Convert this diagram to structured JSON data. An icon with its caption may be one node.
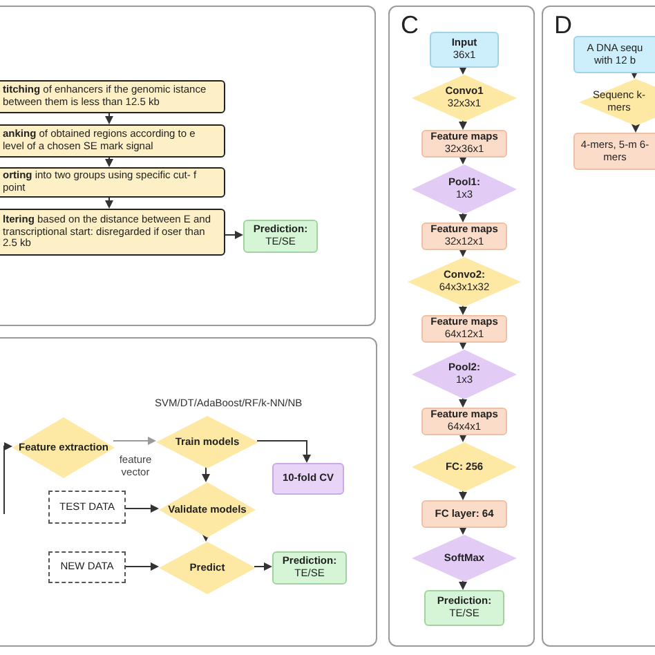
{
  "diagram": {
    "nodes": [
      {
        "text": [],
        "shape": "box"
      },
      {
        "text": [
          "**titching** of enhancers if the genomic istance between them is less than 12.5 kb"
        ],
        "in": 0
      },
      {
        "text": [
          "**anking** of obtained regions according to e level of a chosen SE mark signal"
        ],
        "in": 0
      },
      {
        "text": [
          "**orting** into two groups using specific cut- f point"
        ],
        "in": 0
      },
      {
        "text": [
          "**ltering** based on the distance between E and transcriptional start: disregarded if oser than 2.5 kb"
        ],
        "in": 0
      },
      {
        "text": [
          "Prediction:",
          "TE/SE"
        ],
        "in": 0
      },
      {
        "text": [],
        "shape": "box"
      },
      {
        "text": [
          "Feature extraction"
        ],
        "in": 6
      },
      {
        "text": [
          "Train models"
        ],
        "in": 6,
        "beside": [
          "SVM/DT/AdaBoost/RF/k-NN/NB"
        ]
      },
      {
        "text": [
          "10-fold CV"
        ],
        "in": 6
      },
      {
        "text": [
          "TEST DATA"
        ],
        "in": 6
      },
      {
        "text": [
          "Validate models"
        ],
        "in": 6
      },
      {
        "text": [
          "NEW DATA"
        ],
        "in": 6
      },
      {
        "text": [
          "Predict"
        ],
        "in": 6
      },
      {
        "text": [
          "Prediction:",
          "TE/SE"
        ],
        "in": 6
      },
      {
        "text": [
          "C"
        ]
      },
      {
        "text": [
          "Input",
          "36x1"
        ],
        "in": 15
      },
      {
        "text": [
          "Convo1",
          "32x3x1"
        ],
        "in": 15
      },
      {
        "text": [
          "Feature maps",
          "32x36x1"
        ],
        "in": 15
      },
      {
        "text": [
          "Pool1:",
          "1x3"
        ],
        "in": 15
      },
      {
        "text": [
          "Feature maps",
          "32x12x1"
        ],
        "in": 15
      },
      {
        "text": [
          "Convo2:",
          "64x3x1x32"
        ],
        "in": 15
      },
      {
        "text": [
          "Feature maps",
          "64x12x1"
        ],
        "in": 15
      },
      {
        "text": [
          "Pool2:",
          "1x3"
        ],
        "in": 15
      },
      {
        "text": [
          "Feature maps",
          "64x4x1"
        ],
        "in": 15
      },
      {
        "text": [
          "FC: 256"
        ],
        "in": 15
      },
      {
        "text": [
          "FC layer: 64"
        ],
        "in": 15
      },
      {
        "text": [
          "SoftMax"
        ],
        "in": 15
      },
      {
        "text": [
          "Prediction:",
          "TE/SE"
        ],
        "in": 15
      },
      {
        "text": [
          "D"
        ]
      },
      {
        "text": [
          "A DNA sequ with 12 b"
        ],
        "in": 29
      },
      {
        "text": [
          "Sequenc k-mers"
        ],
        "in": 29
      },
      {
        "text": [
          "4-mers, 5-m 6-mers"
        ],
        "in": 29
      }
    ],
    "edges": [
      {
        "from": 1,
        "to": 2,
        "arrow": "to"
      },
      {
        "from": 2,
        "to": 3,
        "arrow": "to"
      },
      {
        "from": 3,
        "to": 4,
        "arrow": "to"
      },
      {
        "from": 4,
        "to": 5,
        "arrow": "to"
      },
      {
        "from": null,
        "to": 7,
        "arrow": "to"
      },
      {
        "from": 7,
        "to": 8,
        "arrow": "to",
        "label": "feature vector",
        "color": "#9a9a9a"
      },
      {
        "from": 8,
        "to": 9,
        "arrow": "to"
      },
      {
        "from": 8,
        "to": 11,
        "arrow": "to"
      },
      {
        "from": 10,
        "to": 11,
        "arrow": "to"
      },
      {
        "from": 11,
        "to": 13,
        "arrow": "to"
      },
      {
        "from": 12,
        "to": 13,
        "arrow": "to"
      },
      {
        "from": 13,
        "to": 14,
        "arrow": "to"
      },
      {
        "from": 16,
        "to": 17,
        "arrow": "to"
      },
      {
        "from": 17,
        "to": 18,
        "arrow": "to"
      },
      {
        "from": 18,
        "to": 19,
        "arrow": "to"
      },
      {
        "from": 19,
        "to": 20,
        "arrow": "to"
      },
      {
        "from": 20,
        "to": 21,
        "arrow": "to"
      },
      {
        "from": 21,
        "to": 22,
        "arrow": "to"
      },
      {
        "from": 22,
        "to": 23,
        "arrow": "to"
      },
      {
        "from": 23,
        "to": 24,
        "arrow": "to"
      },
      {
        "from": 24,
        "to": 25,
        "arrow": "to"
      },
      {
        "from": 25,
        "to": 26,
        "arrow": "to"
      },
      {
        "from": 26,
        "to": 27,
        "arrow": "to"
      },
      {
        "from": 27,
        "to": 28,
        "arrow": "to"
      },
      {
        "from": 30,
        "to": 31,
        "arrow": "to"
      },
      {
        "from": 31,
        "to": 32,
        "arrow": "to"
      }
    ]
  }
}
